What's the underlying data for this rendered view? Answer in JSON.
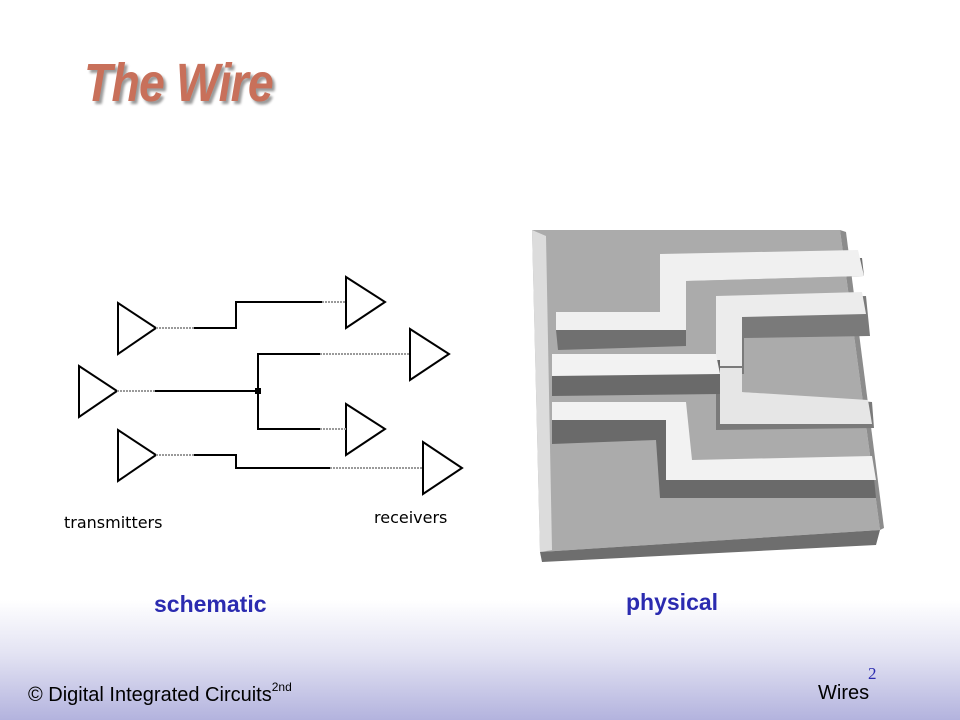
{
  "slide": {
    "title": "The Wire",
    "page_number": "2"
  },
  "schematic": {
    "transmitters_label": "transmitters",
    "receivers_label": "receivers",
    "caption": "schematic"
  },
  "physical": {
    "caption": "physical"
  },
  "footer": {
    "left_text": "© Digital Integrated Circuits",
    "left_superscript": "2nd",
    "right_text": "Wires"
  },
  "colors": {
    "title": "#c8705a",
    "caption": "#2b2bb0",
    "footer_gradient_end": "#b3b3de"
  }
}
